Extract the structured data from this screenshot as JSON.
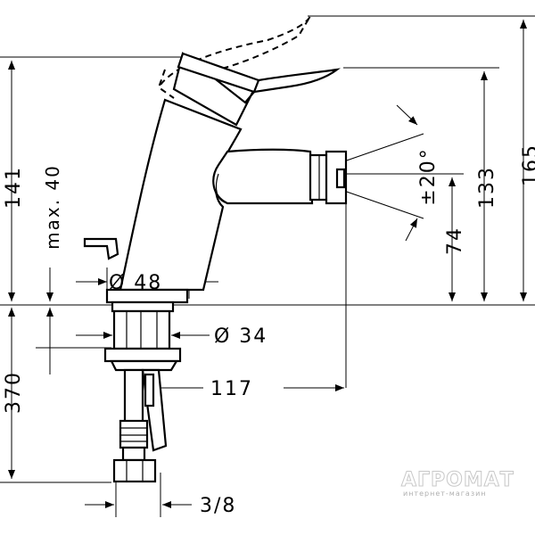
{
  "dimensions": {
    "height_total": "165",
    "height_141": "141",
    "height_133": "133",
    "height_74": "74",
    "max_40": "max. 40",
    "angle_20": "±20°",
    "dia_48": "Ø 48",
    "dia_34": "Ø 34",
    "reach_117": "117",
    "depth_370": "370",
    "thread_38": "3/8"
  },
  "watermark": {
    "brand": "АГРОМАТ",
    "tagline": "интернет-магазин"
  }
}
